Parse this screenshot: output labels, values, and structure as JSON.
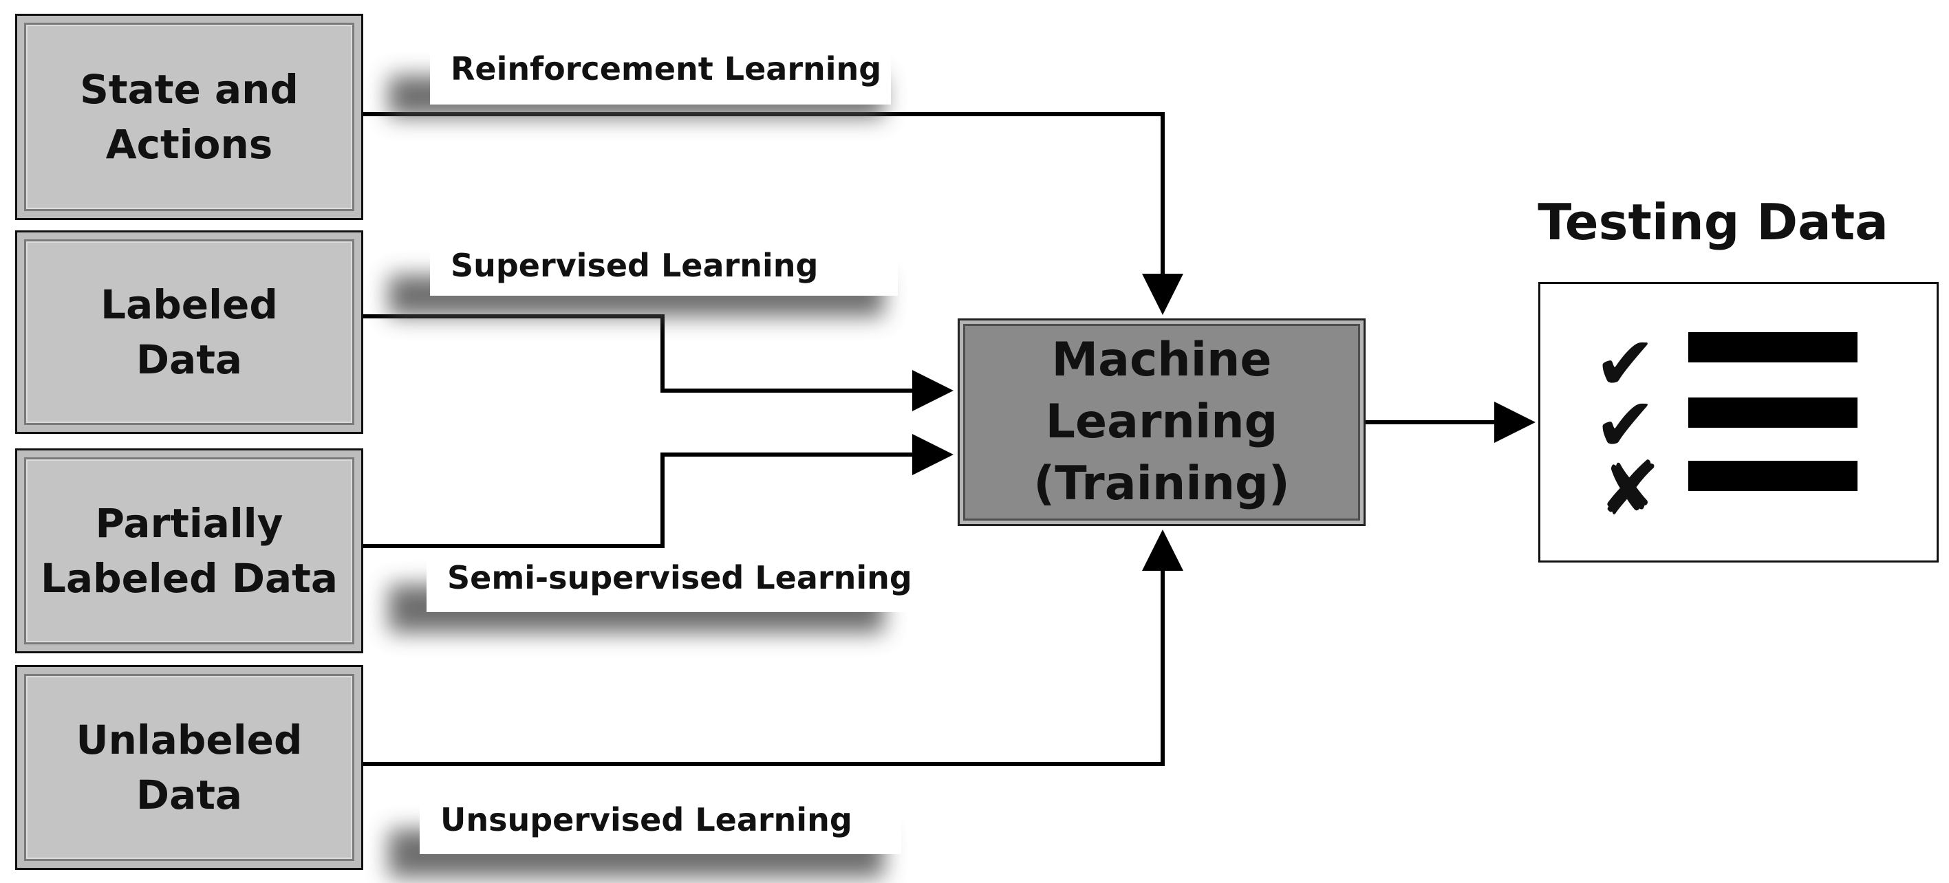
{
  "sources": [
    {
      "id": "state",
      "text": "State and\nActions"
    },
    {
      "id": "labeled",
      "text": "Labeled\nData"
    },
    {
      "id": "partial",
      "text": "Partially\nLabeled Data"
    },
    {
      "id": "unlabeled",
      "text": "Unlabeled\nData"
    }
  ],
  "learning_types": {
    "reinforcement": "Reinforcement Learning",
    "supervised": "Supervised Learning",
    "semi_supervised": "Semi-supervised Learning",
    "unsupervised": "Unsupervised Learning"
  },
  "machine_learning": {
    "text": "Machine\nLearning\n(Training)"
  },
  "testing": {
    "title": "Testing Data",
    "marks": [
      {
        "symbol": "✔",
        "meaning": "correct"
      },
      {
        "symbol": "✔",
        "meaning": "correct"
      },
      {
        "symbol": "✘",
        "meaning": "incorrect"
      }
    ]
  },
  "colors": {
    "source_box": "#c4c4c4",
    "ml_box": "#8a8a8a",
    "line": "#000000"
  }
}
